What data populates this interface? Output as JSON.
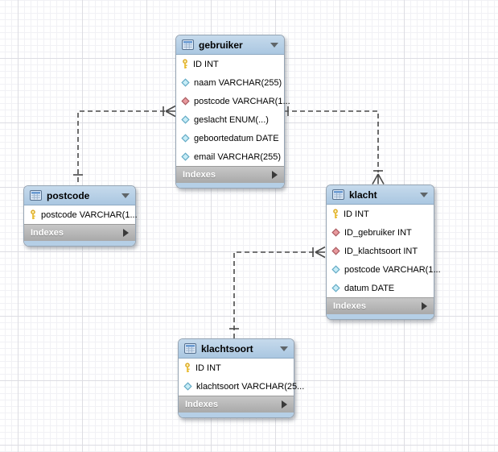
{
  "diagram": {
    "tables": [
      {
        "title": "gebruiker",
        "footer": "Indexes",
        "columns": [
          {
            "icon": "primary-key",
            "text": "ID INT"
          },
          {
            "icon": "column",
            "text": "naam VARCHAR(255)"
          },
          {
            "icon": "foreign-key",
            "text": "postcode VARCHAR(1..."
          },
          {
            "icon": "column",
            "text": "geslacht ENUM(...)"
          },
          {
            "icon": "column",
            "text": "geboortedatum DATE"
          },
          {
            "icon": "column",
            "text": "email VARCHAR(255)"
          }
        ]
      },
      {
        "title": "postcode",
        "footer": "Indexes",
        "columns": [
          {
            "icon": "primary-key",
            "text": "postcode VARCHAR(1..."
          }
        ]
      },
      {
        "title": "klacht",
        "footer": "Indexes",
        "columns": [
          {
            "icon": "primary-key",
            "text": "ID INT"
          },
          {
            "icon": "foreign-key",
            "text": "ID_gebruiker INT"
          },
          {
            "icon": "foreign-key",
            "text": "ID_klachtsoort INT"
          },
          {
            "icon": "column",
            "text": "postcode VARCHAR(1..."
          },
          {
            "icon": "column",
            "text": "datum DATE"
          }
        ]
      },
      {
        "title": "klachtsoort",
        "footer": "Indexes",
        "columns": [
          {
            "icon": "primary-key",
            "text": "ID INT"
          },
          {
            "icon": "column",
            "text": "klachtsoort VARCHAR(25..."
          }
        ]
      }
    ],
    "relationships": [
      {
        "from": "postcode",
        "to": "gebruiker",
        "cardinality": "one-to-many",
        "line": "dashed"
      },
      {
        "from": "gebruiker",
        "to": "klacht",
        "cardinality": "one-to-many",
        "line": "dashed"
      },
      {
        "from": "klachtsoort",
        "to": "klacht",
        "cardinality": "one-to-many",
        "line": "dashed"
      }
    ],
    "colors": {
      "table_header": "#b2cde5",
      "table_footer": "#b2b2b2",
      "table_bottom_edge": "#b5cfe6",
      "connector": "#4a4a4a",
      "primary_key_icon": "#f2c63d",
      "column_icon": "#c8edf7",
      "foreign_key_icon": "#e89a9e"
    }
  }
}
